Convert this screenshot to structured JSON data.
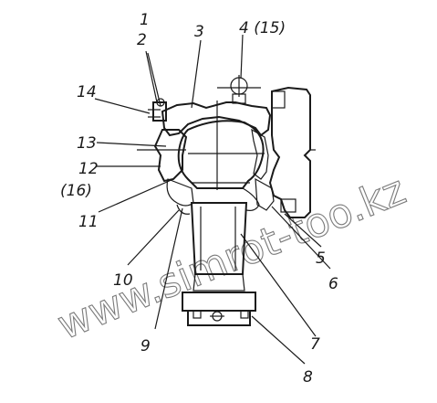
{
  "labels": {
    "l1": "1",
    "l2": "2",
    "l3": "3",
    "l4": "4 (15)",
    "l5": "5",
    "l6": "6",
    "l7": "7",
    "l8": "8",
    "l9": "9",
    "l10": "10",
    "l11": "11",
    "l12": "12",
    "l16": "(16)",
    "l13": "13",
    "l14": "14"
  },
  "watermark": "www.simrot-too.kz",
  "colors": {
    "ink": "#1a1a1a",
    "watermark": "#7a7a7a",
    "background": "#ffffff"
  }
}
